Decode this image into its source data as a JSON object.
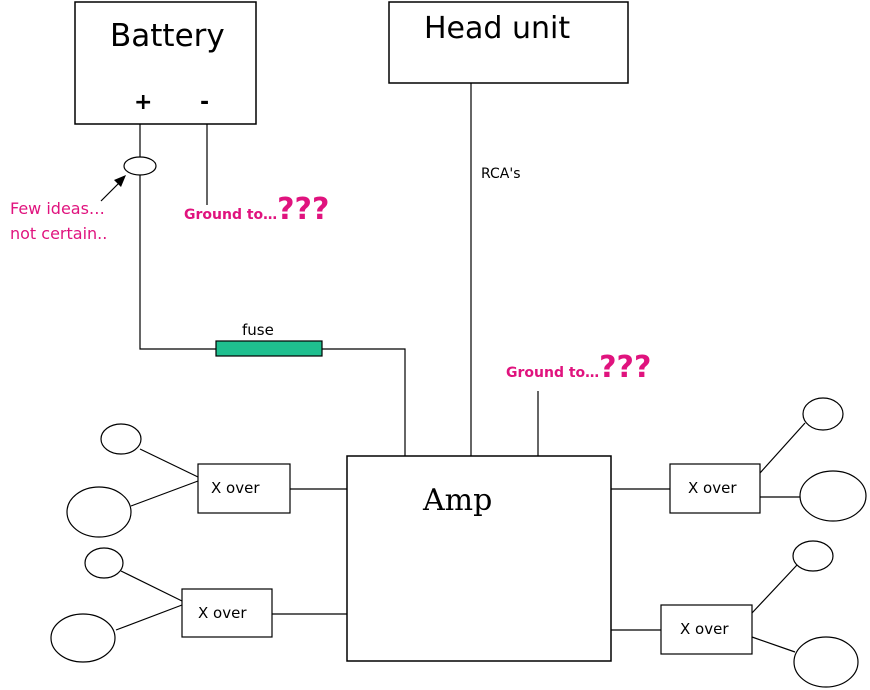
{
  "labels": {
    "battery": "Battery",
    "battery_plus": "+",
    "battery_minus": "-",
    "head_unit": "Head unit",
    "rcas": "RCA's",
    "fuse": "fuse",
    "amp": "Amp",
    "xover_1": "X over",
    "xover_2": "X over",
    "xover_3": "X over",
    "xover_4": "X over",
    "few_ideas_line1": "Few ideas…",
    "few_ideas_line2": "not certain..",
    "ground_battery_prefix": "Ground to…",
    "ground_battery_marks": "???",
    "ground_amp_prefix": "Ground to…",
    "ground_amp_marks": "???"
  },
  "colors": {
    "line": "#000000",
    "fuse_fill": "#1fbf8f",
    "annotation": "#e0137e"
  }
}
